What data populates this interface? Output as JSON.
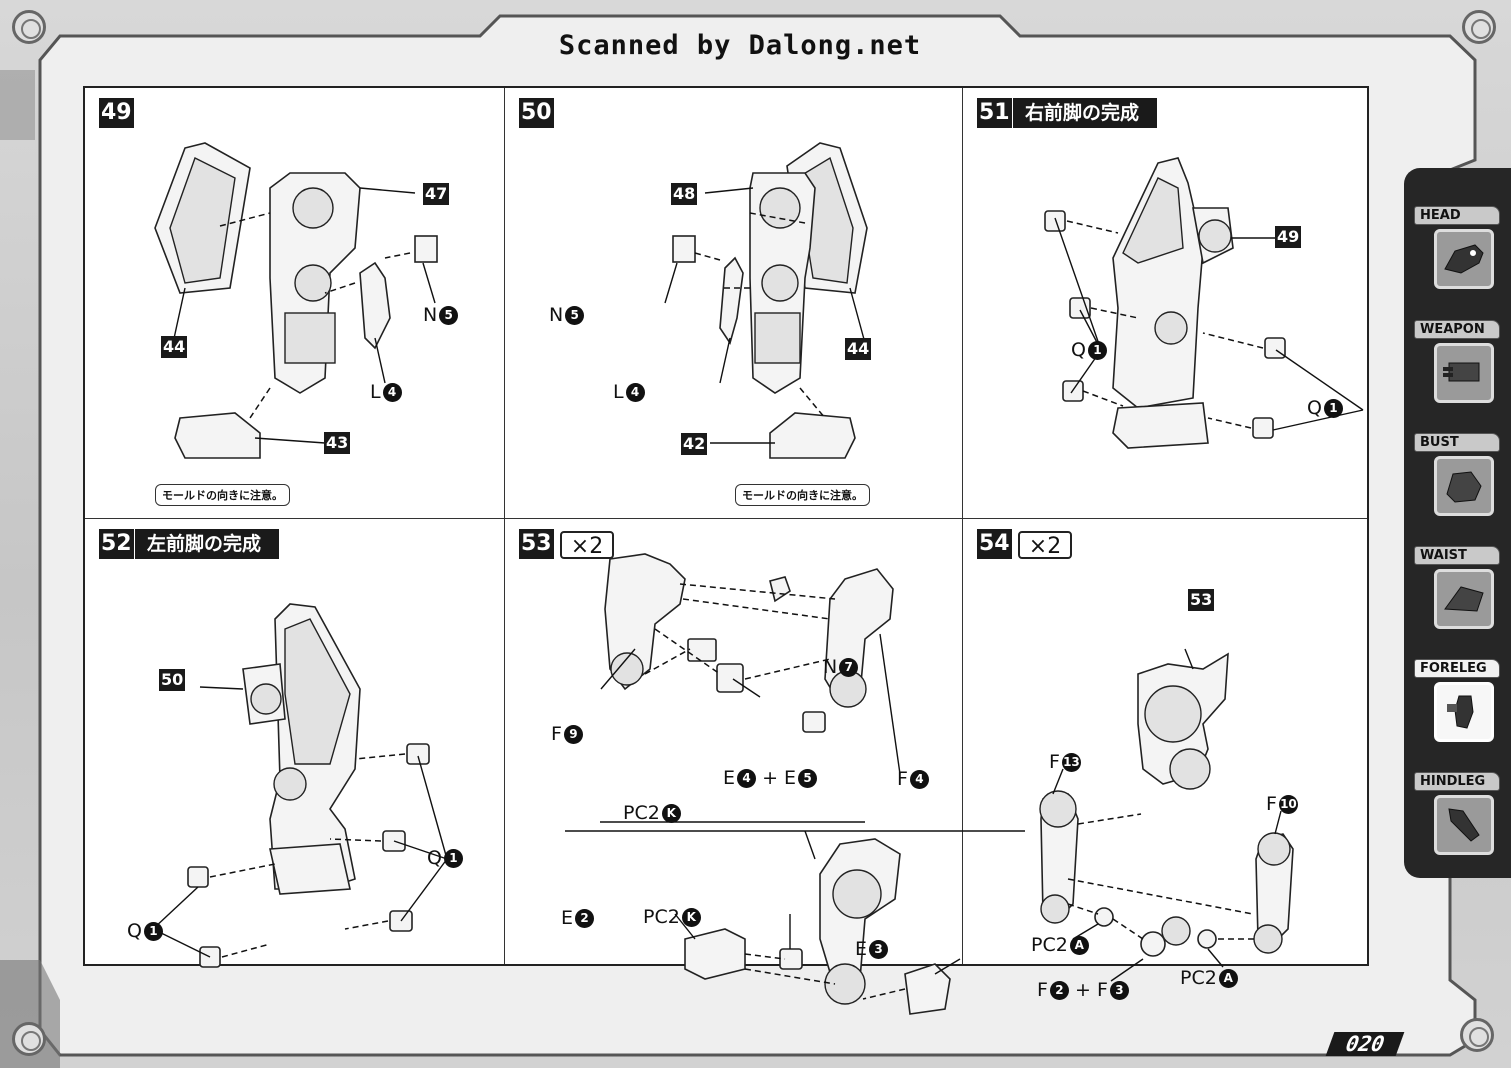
{
  "header": {
    "scan_credit": "Scanned by Dalong.net"
  },
  "page_number": "020",
  "sidebar": {
    "tabs": [
      {
        "label": "HEAD",
        "icon": "head-icon",
        "active": false
      },
      {
        "label": "WEAPON",
        "icon": "weapon-icon",
        "active": false
      },
      {
        "label": "BUST",
        "icon": "bust-icon",
        "active": false
      },
      {
        "label": "WAIST",
        "icon": "waist-icon",
        "active": false
      },
      {
        "label": "FORELEG",
        "icon": "foreleg-icon",
        "active": true
      },
      {
        "label": "HINDLEG",
        "icon": "hindleg-icon",
        "active": false
      }
    ]
  },
  "steps": {
    "s49": {
      "number": "49",
      "parts": {
        "p47": "47",
        "p44": "44",
        "p43": "43",
        "n": "N",
        "n_num": "5",
        "l": "L",
        "l_num": "4"
      },
      "note": "モールドの向きに注意。"
    },
    "s50": {
      "number": "50",
      "parts": {
        "p48": "48",
        "p44": "44",
        "p42": "42",
        "n": "N",
        "n_num": "5",
        "l": "L",
        "l_num": "4"
      },
      "note": "モールドの向きに注意。"
    },
    "s51": {
      "number": "51",
      "title": "右前脚の完成",
      "parts": {
        "p49": "49",
        "q": "Q",
        "q_num": "1"
      }
    },
    "s52": {
      "number": "52",
      "title": "左前脚の完成",
      "parts": {
        "p50": "50",
        "q": "Q",
        "q_num": "1"
      }
    },
    "s53": {
      "number": "53",
      "multiplier": "×2",
      "parts": {
        "n": "N",
        "n_num": "7",
        "f9": "F",
        "f9_num": "9",
        "e": "E",
        "e4_num": "4",
        "plus": "+",
        "e5_num": "5",
        "f4": "F",
        "f4_num": "4",
        "pc2": "PC2",
        "pc2_k": "K",
        "e2_num": "2",
        "e3_num": "3"
      }
    },
    "s54": {
      "number": "54",
      "multiplier": "×2",
      "parts": {
        "p53": "53",
        "f": "F",
        "f13_num": "13",
        "f10_num": "10",
        "pc2": "PC2",
        "pc2_a": "A",
        "f2_num": "2",
        "plus": "+",
        "f3_num": "3"
      }
    }
  }
}
